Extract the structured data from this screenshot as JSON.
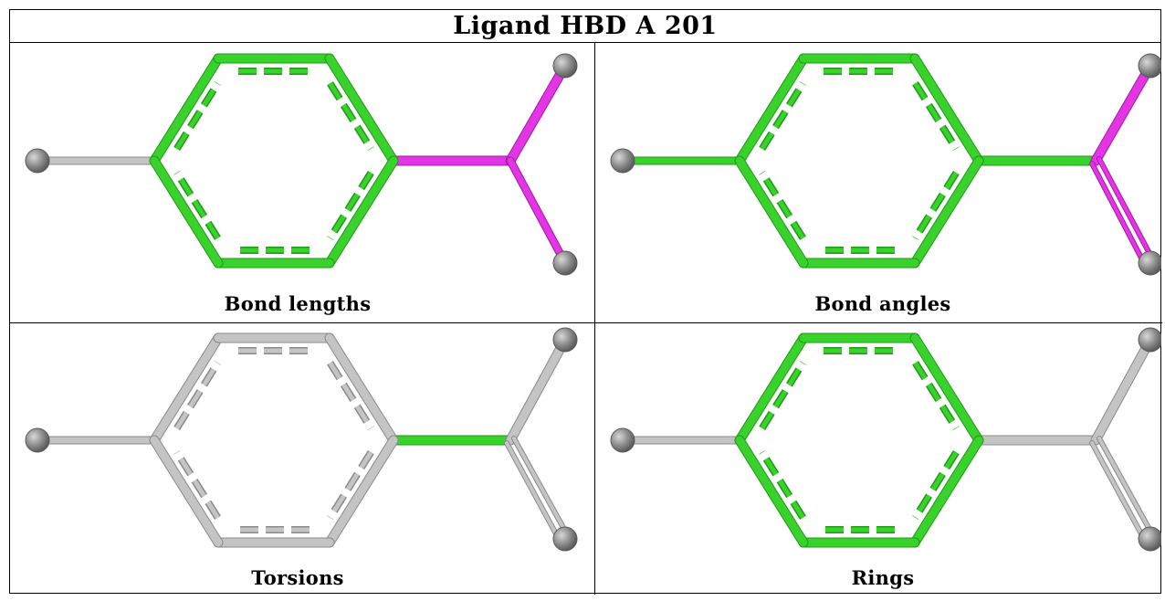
{
  "title": "Ligand HBD A 201",
  "colors": {
    "good": "#39d12c",
    "good_dark": "#1f9a16",
    "outlier": "#e435e4",
    "outlier_dark": "#a41aa4",
    "neutral": "#c4c4c4",
    "neutral_dark": "#8a8a8a",
    "atom": "#7a7a7a"
  },
  "panels": [
    {
      "caption": "Bond lengths",
      "ring": "good",
      "ring_dashes": "good",
      "left_bond": "neutral",
      "right_bond": "outlier",
      "up_bond": "outlier",
      "down_bond": "outlier",
      "down_double": false
    },
    {
      "caption": "Bond angles",
      "ring": "good",
      "ring_dashes": "good",
      "left_bond": "good",
      "right_bond": "good",
      "up_bond": "outlier",
      "down_bond": "outlier",
      "down_double": true
    },
    {
      "caption": "Torsions",
      "ring": "neutral",
      "ring_dashes": "neutral",
      "left_bond": "neutral",
      "right_bond": "good",
      "up_bond": "neutral",
      "down_bond": "neutral",
      "down_double": true
    },
    {
      "caption": "Rings",
      "ring": "good",
      "ring_dashes": "good",
      "left_bond": "neutral",
      "right_bond": "neutral",
      "up_bond": "neutral",
      "down_bond": "neutral",
      "down_double": true
    }
  ]
}
